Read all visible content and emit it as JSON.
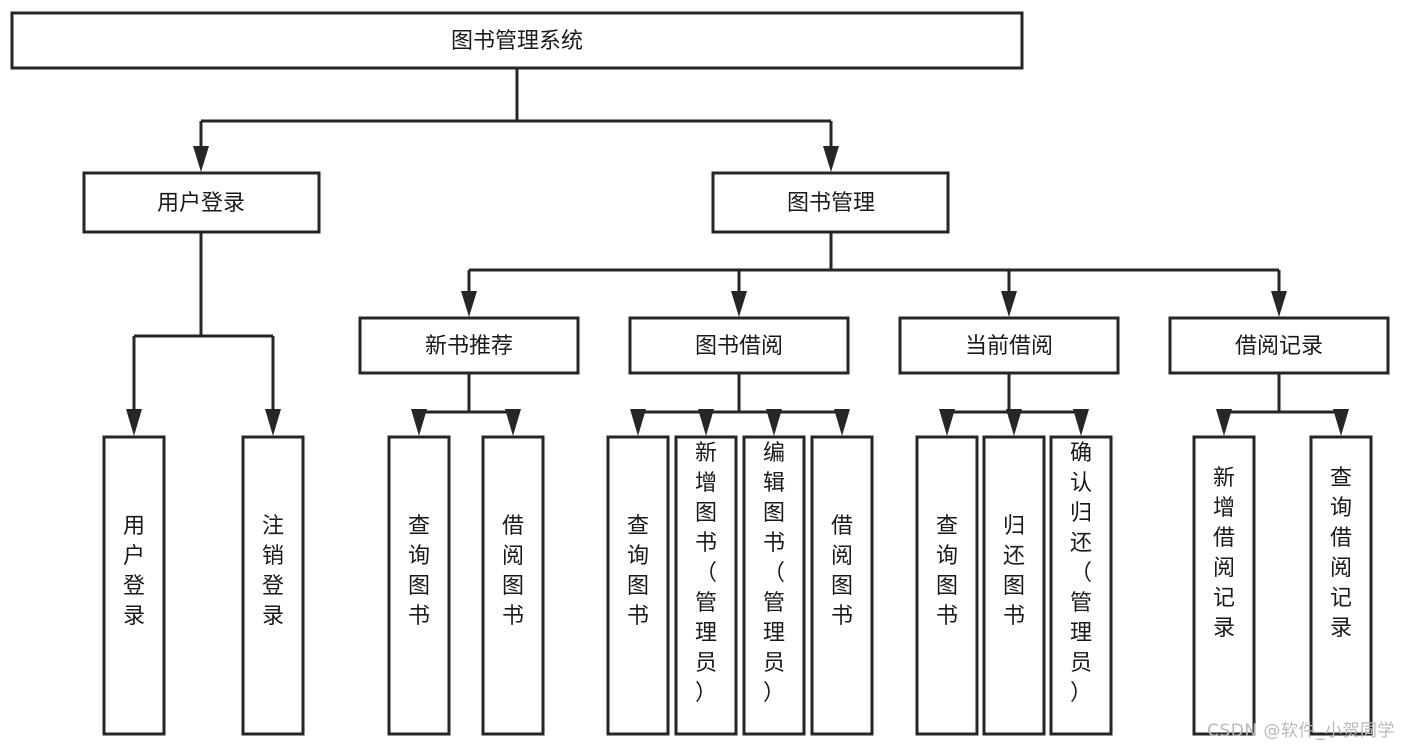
{
  "diagram": {
    "type": "tree-hierarchy",
    "title": "图书管理系统",
    "watermark": "CSDN @软件_小贺同学",
    "colors": {
      "background": "#ffffff",
      "stroke": "#262626",
      "text": "#1a1a1a",
      "watermark": "#b9b9b9"
    },
    "levels": {
      "root": {
        "label": "图书管理系统"
      },
      "level2": [
        {
          "label": "用户登录"
        },
        {
          "label": "图书管理"
        }
      ],
      "level3": [
        {
          "label": "新书推荐"
        },
        {
          "label": "图书借阅"
        },
        {
          "label": "当前借阅"
        },
        {
          "label": "借阅记录"
        }
      ],
      "leaves_user_login": [
        {
          "label": "用户登录"
        },
        {
          "label": "注销登录"
        }
      ],
      "leaves_new_book": [
        {
          "label": "查询图书"
        },
        {
          "label": "借阅图书"
        }
      ],
      "leaves_borrow": [
        {
          "label": "查询图书"
        },
        {
          "label": "新增图书（管理员）"
        },
        {
          "label": "编辑图书（管理员）"
        },
        {
          "label": "借阅图书"
        }
      ],
      "leaves_current": [
        {
          "label": "查询图书"
        },
        {
          "label": "归还图书"
        },
        {
          "label": "确认归还（管理员）"
        }
      ],
      "leaves_record": [
        {
          "label": "新增借阅记录"
        },
        {
          "label": "查询借阅记录"
        }
      ]
    }
  }
}
